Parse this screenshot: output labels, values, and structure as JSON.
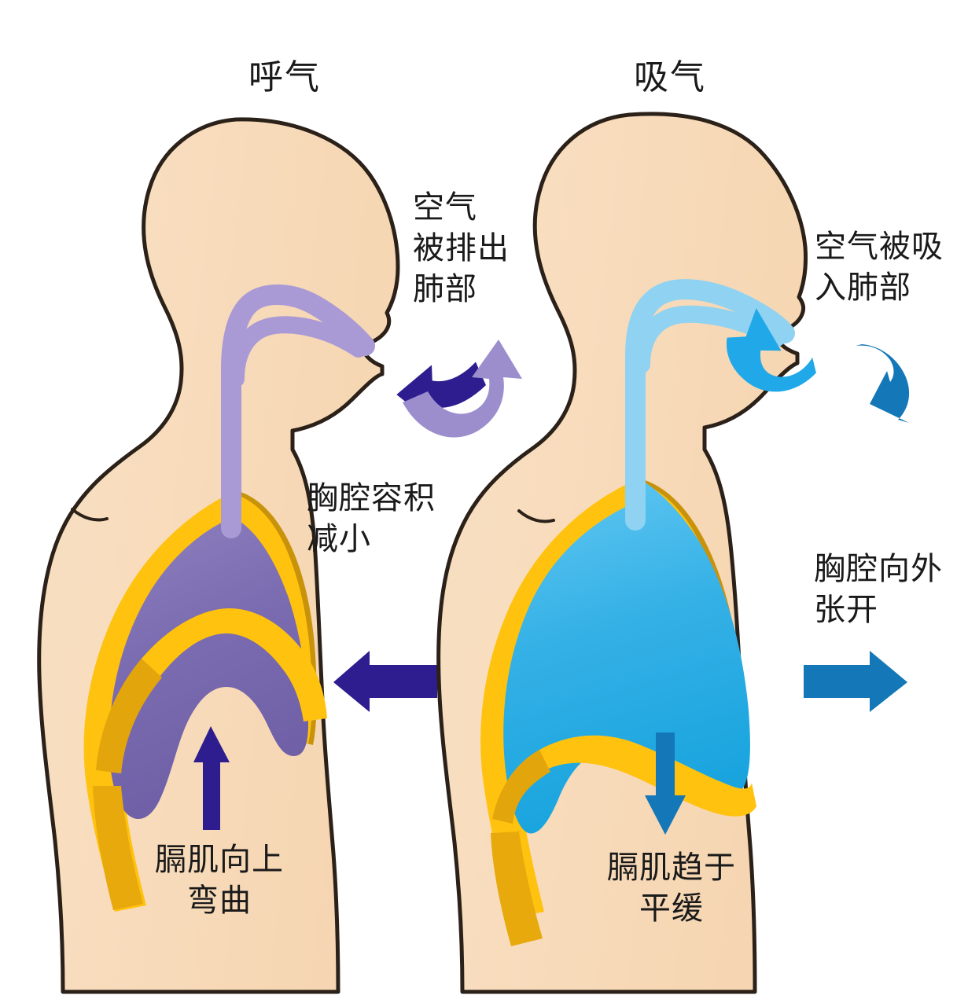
{
  "figure": {
    "type": "anatomical-diagram",
    "subject": "human-respiration-mechanics",
    "background_color": "#ffffff"
  },
  "panels": {
    "left": {
      "title": "呼气",
      "phase_color": "#5b4ba0",
      "lung_color": "#7b6bb0",
      "airway_color": "#a99ad6",
      "arrow_dark_color": "#2e1d8f",
      "labels": {
        "air_flow": "空气\n被排出\n肺部",
        "chest": "胸腔容积\n减小",
        "diaphragm": "膈肌向上\n弯曲"
      },
      "arrows": {
        "mouth_in_dark": "curved-arrow-dark-purple",
        "mouth_out_light": "curved-arrow-light-purple",
        "chest_compress": "straight-arrow-left-navy",
        "diaphragm_rise": "straight-arrow-up-navy"
      }
    },
    "right": {
      "title": "吸气",
      "phase_color": "#0f76bf",
      "lung_color": "#29ace3",
      "airway_color": "#8fd2f2",
      "arrow_dark_color": "#1377b8",
      "labels": {
        "air_flow": "空气被吸\n入肺部",
        "chest": "胸腔向外\n张开",
        "diaphragm": "膈肌趋于\n平缓"
      },
      "arrows": {
        "mouth_in_light": "curved-arrow-light-blue",
        "mouth_out_dark": "curved-arrow-dark-blue",
        "chest_expand": "straight-arrow-right-blue",
        "diaphragm_drop": "straight-arrow-down-blue"
      }
    }
  },
  "palette": {
    "skin": "#f8dcbc",
    "skin_shadow": "#f0cfa9",
    "outline": "#2b2119",
    "rib_yellow": "#ffc20e",
    "rib_gold_dark": "#c8920a",
    "lung_purple": "#7b6bb0",
    "lung_purple_light": "#8f80c0",
    "lung_blue": "#29ace3",
    "lung_blue_light": "#57c4ef",
    "airway_purple": "#a99ad6",
    "airway_blue": "#8fd2f2",
    "arrow_navy": "#2e1d8f",
    "arrow_purple_light": "#9c8ecd",
    "arrow_blue_light": "#20a8e8",
    "arrow_blue_dark": "#1377b8",
    "text": "#1a1a1a"
  }
}
